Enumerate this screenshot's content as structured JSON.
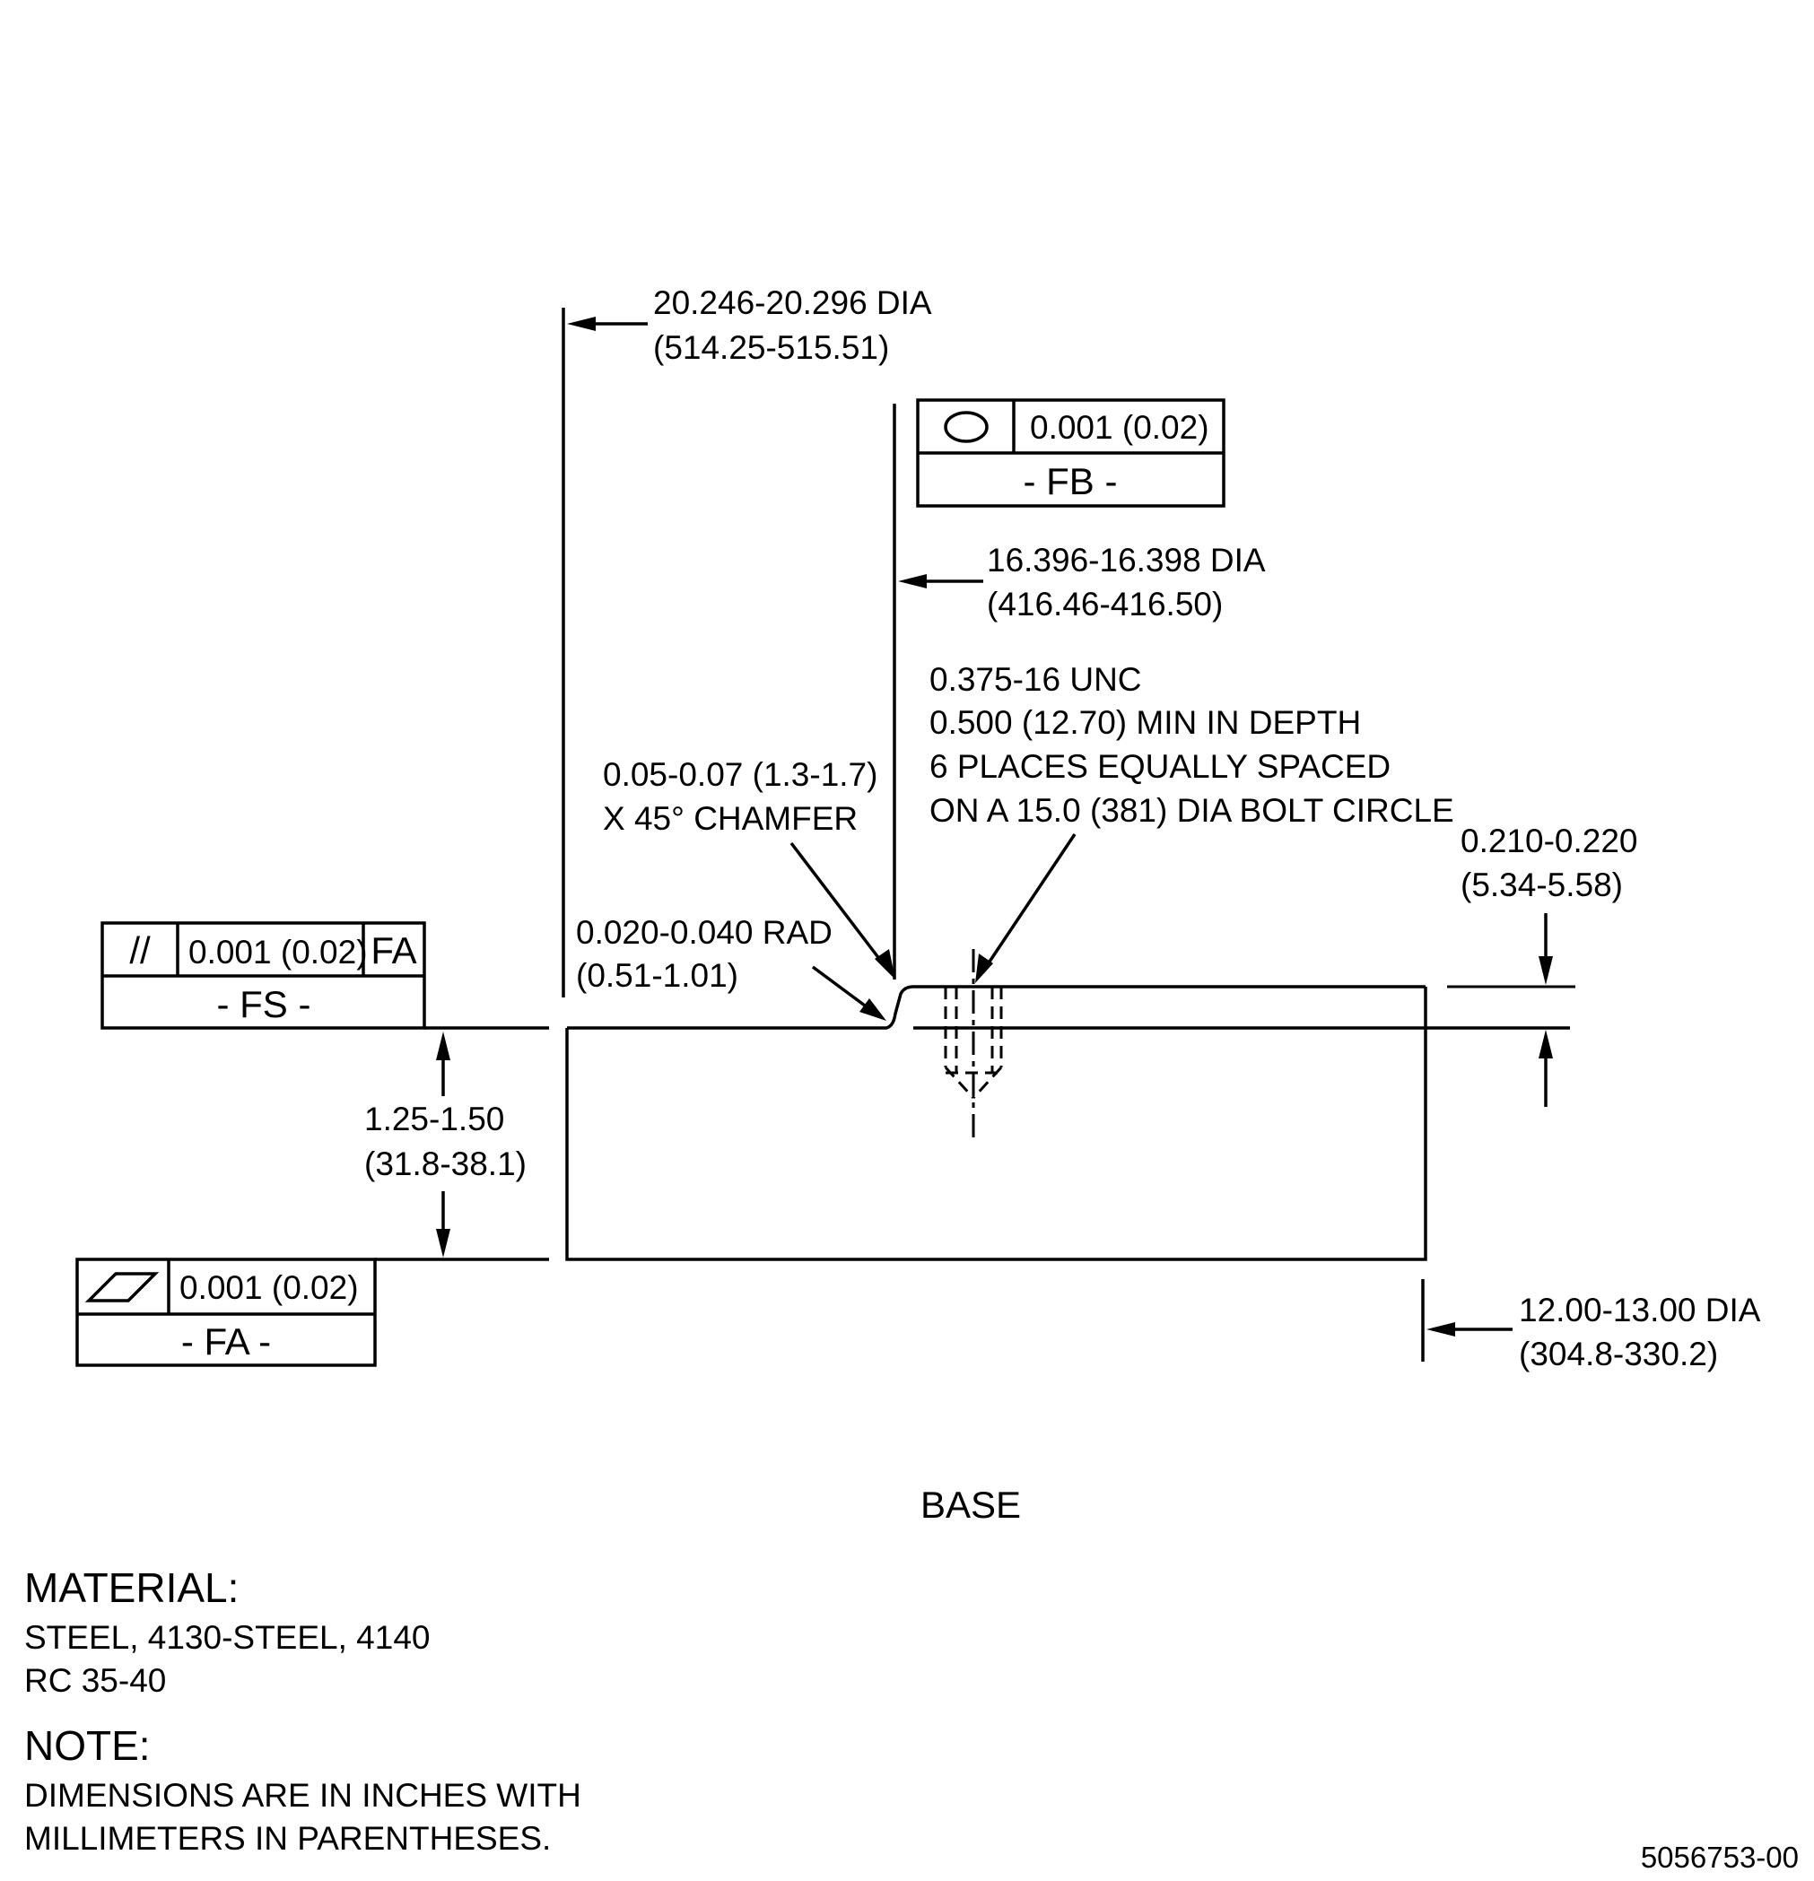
{
  "dimensions": {
    "outer_dia": {
      "in": "20.246-20.296 DIA",
      "mm": "(514.25-515.51)"
    },
    "pilot_dia": {
      "in": "16.396-16.398 DIA",
      "mm": "(416.46-416.50)"
    },
    "thread": {
      "line1": "0.375-16 UNC",
      "line2": "0.500 (12.70) MIN IN DEPTH",
      "line3": "6 PLACES EQUALLY SPACED",
      "line4": "ON A 15.0 (381) DIA BOLT CIRCLE"
    },
    "chamfer": {
      "line1": "0.05-0.07 (1.3-1.7)",
      "line2": "X 45° CHAMFER"
    },
    "radius": {
      "in": "0.020-0.040 RAD",
      "mm": "(0.51-1.01)"
    },
    "step_height": {
      "in": "0.210-0.220",
      "mm": "(5.34-5.58)"
    },
    "thickness": {
      "in": "1.25-1.50",
      "mm": "(31.8-38.1)"
    },
    "bottom_dia": {
      "in": "12.00-13.00 DIA",
      "mm": "(304.8-330.2)"
    }
  },
  "feature_frames": {
    "fs": {
      "symbol": "//",
      "tolerance": "0.001 (0.02)",
      "datum_ref": "FA",
      "datum": "- FS -"
    },
    "fb": {
      "symbol": "circularity-icon",
      "tolerance": "0.001 (0.02)",
      "datum": "- FB -"
    },
    "fa": {
      "symbol": "flatness-icon",
      "tolerance": "0.001 (0.02)",
      "datum": "- FA -"
    }
  },
  "view_title": "BASE",
  "material": {
    "heading": "MATERIAL:",
    "line1": "STEEL, 4130-STEEL, 4140",
    "line2": "RC 35-40"
  },
  "note": {
    "heading": "NOTE:",
    "line1": "DIMENSIONS ARE IN INCHES WITH",
    "line2": "MILLIMETERS IN PARENTHESES."
  },
  "drawing_number": "5056753-00"
}
